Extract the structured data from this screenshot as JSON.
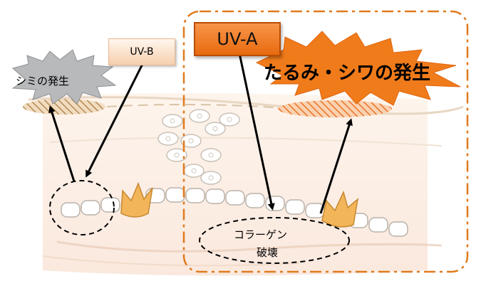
{
  "labels": {
    "uvb": "UV-B",
    "uva": "UV-A",
    "shimi": "シミの発生",
    "tarumi": "たるみ・シワの発生",
    "collagen_line1": "コラーゲン",
    "collagen_line2": "破壊"
  },
  "colors": {
    "uva_orange": "#e86a0f",
    "uvb_peach": "#f6cfae",
    "burst_gray": "#b7b9bb",
    "dash_frame": "#e07a1f",
    "skin_band": "#fbeee2"
  }
}
